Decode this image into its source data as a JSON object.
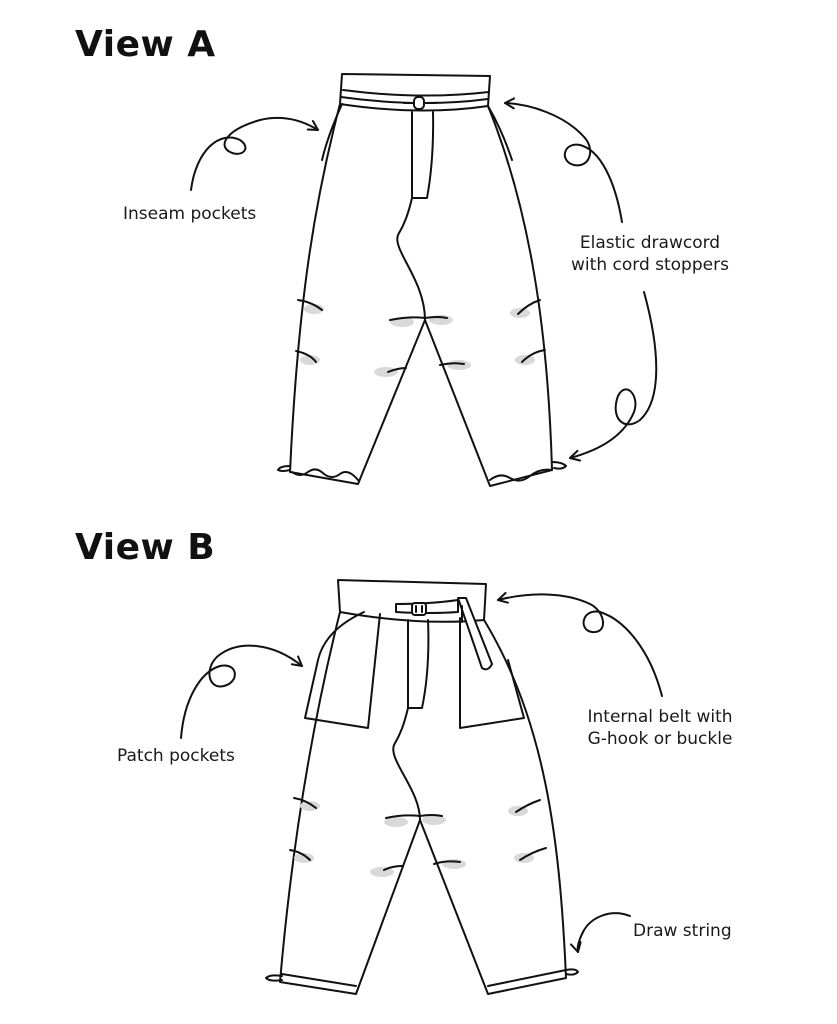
{
  "views": [
    {
      "title": "View A",
      "callouts": {
        "left": "Inseam pockets",
        "right": [
          "Elastic drawcord",
          "with cord stoppers"
        ]
      }
    },
    {
      "title": "View B",
      "callouts": {
        "left": "Patch pockets",
        "right": [
          "Internal belt with",
          "G-hook or buckle"
        ],
        "hem": "Draw string"
      }
    }
  ]
}
